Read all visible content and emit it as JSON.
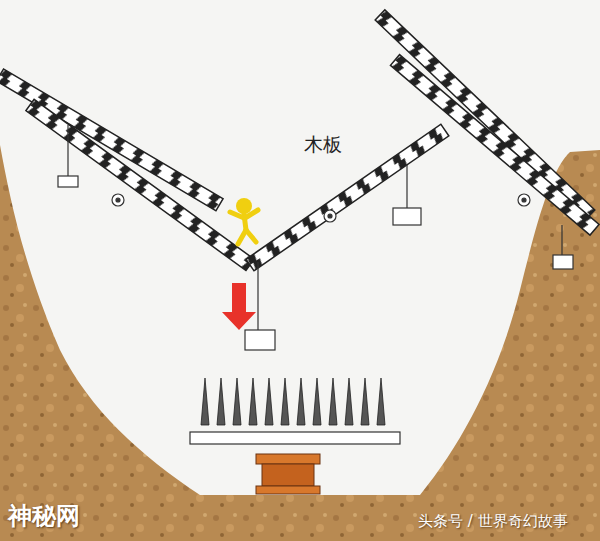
{
  "diagram": {
    "labels": [
      "木板",
      "神秘网",
      "头条号 / 世界奇幻故事"
    ]
  }
}
